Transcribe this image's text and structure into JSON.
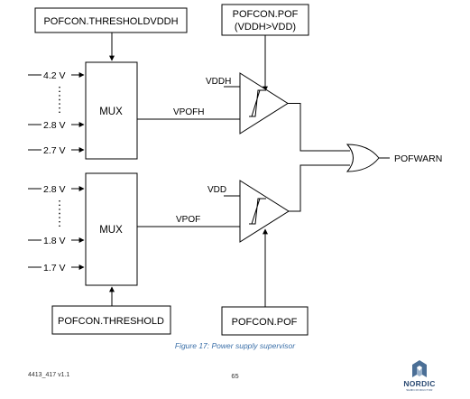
{
  "registers": {
    "threshold_vddh": "POFCON.THRESHOLDVDDH",
    "pof_vddh_line1": "POFCON.POF",
    "pof_vddh_line2": "(VDDH>VDD)",
    "threshold": "POFCON.THRESHOLD",
    "pof": "POFCON.POF"
  },
  "mux_top": {
    "label": "MUX",
    "inputs": [
      "4.2 V",
      "2.8 V",
      "2.7 V"
    ],
    "output_label": "VPOFH"
  },
  "mux_bottom": {
    "label": "MUX",
    "inputs": [
      "2.8 V",
      "1.8 V",
      "1.7 V"
    ],
    "output_label": "VPOF"
  },
  "comparators": {
    "top_supply": "VDDH",
    "bottom_supply": "VDD"
  },
  "output": "POFWARN",
  "caption": "Figure 17: Power supply supervisor",
  "footer": {
    "doc_id": "4413_417 v1.1",
    "page": "65",
    "logo_word": "NORDIC",
    "logo_sub": "SEMICONDUCTOR"
  }
}
